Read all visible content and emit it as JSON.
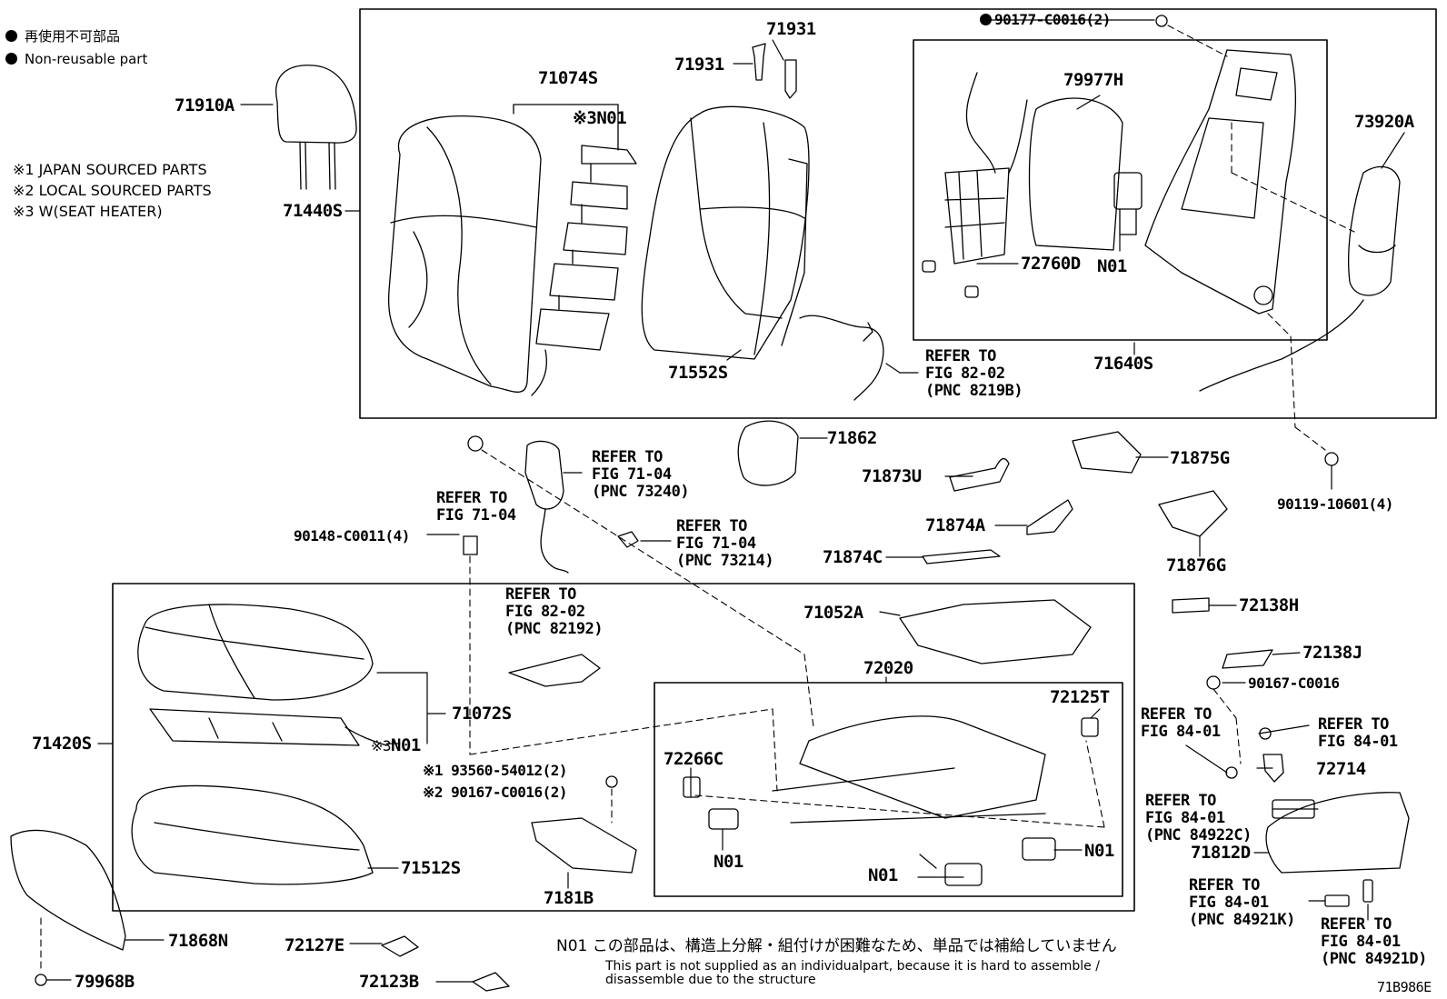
{
  "legend": {
    "items": [
      {
        "text": "再使用不可部品"
      },
      {
        "text": "Non-reusable part"
      }
    ],
    "notes": [
      "※1 JAPAN SOURCED PARTS",
      "※2 LOCAL SOURCED PARTS",
      "※3 W(SEAT HEATER)"
    ]
  },
  "parts": {
    "p71910A": "71910A",
    "p71440S": "71440S",
    "p71074S": "71074S",
    "pN01_heater_back": "※3N01",
    "p71931_a": "71931",
    "p71931_b": "71931",
    "p90177": "90177-C0016(2)",
    "p79977H": "79977H",
    "p73920A": "73920A",
    "p72760D": "72760D",
    "pN01_back": "N01",
    "p71552S": "71552S",
    "p71640S": "71640S",
    "p71862": "71862",
    "p71873U": "71873U",
    "p71875G": "71875G",
    "p90119": "90119-10601(4)",
    "p71874A": "71874A",
    "p71874C": "71874C",
    "p71876G": "71876G",
    "p90148": "90148-C0011(4)",
    "p71052A": "71052A",
    "p72138H": "72138H",
    "p72138J": "72138J",
    "p90167": "90167-C0016",
    "p72020": "72020",
    "p72125T": "72125T",
    "p71072S": "71072S",
    "p71420S": "71420S",
    "pN01_heater_cush": "N01",
    "p72266C": "72266C",
    "p93560": "※1 93560-54012(2)",
    "p90167_2": "※2 90167-C0016(2)",
    "p72714": "72714",
    "pN01_a": "N01",
    "pN01_b": "N01",
    "pN01_c": "N01",
    "p71812D": "71812D",
    "p71512S": "71512S",
    "p7181B": "7181B",
    "p71868N": "71868N",
    "p72127E": "72127E",
    "p72123B": "72123B",
    "p79968B": "79968B",
    "figcode": "71B986E"
  },
  "refs": {
    "r8202_top": "REFER TO\nFIG 82-02\n(PNC 8219B)",
    "r7104_a": "REFER TO\nFIG 71-04\n(PNC 73240)",
    "r7104_b": "REFER TO\nFIG 71-04",
    "r7104_c": "REFER TO\nFIG 71-04\n(PNC 73214)",
    "r8202_mid": "REFER TO\nFIG 82-02\n(PNC 82192)",
    "r8401_a": "REFER TO\nFIG 84-01",
    "r8401_b": "REFER TO\nFIG 84-01",
    "r8401_c": "REFER TO\nFIG 84-01\n(PNC 84922C)",
    "r8401_d": "REFER TO\nFIG 84-01\n(PNC 84921K)",
    "r8401_e": "REFER TO\nFIG 84-01\n(PNC 84921D)"
  },
  "footnote": {
    "jp": "N01 この部品は、構造上分解・組付けが困難なため、単品では補給していません",
    "en": "This part is not supplied as an individualpart, because it is hard to assemble /\ndisassemble due to the structure"
  }
}
